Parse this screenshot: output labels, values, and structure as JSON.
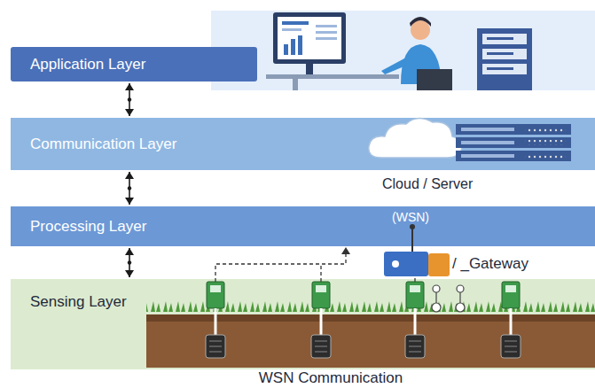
{
  "diagram": {
    "caption": "WSN Communication",
    "nodes": [
      {
        "text": [
          "Application Layer"
        ]
      },
      {
        "text": [
          "Communication Layer"
        ]
      },
      {
        "text": [
          "Processing Layer"
        ]
      },
      {
        "text": [
          "Sensing Layer"
        ]
      }
    ],
    "edges": [
      {
        "from": 0,
        "to": 1,
        "arrow": "both"
      },
      {
        "from": 1,
        "to": 2,
        "arrow": "both"
      },
      {
        "from": 2,
        "to": 3,
        "arrow": "both"
      }
    ],
    "labels": [
      "Cloud / Server",
      "(WSN)",
      "/ _Gateway"
    ]
  }
}
